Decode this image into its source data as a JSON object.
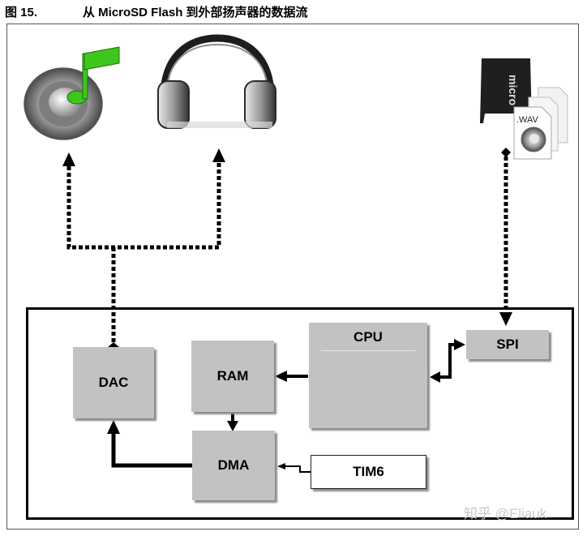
{
  "caption": {
    "figure_label": "图 15.",
    "title": "从 MicroSD Flash 到外部扬声器的数据流"
  },
  "blocks": {
    "dac": "DAC",
    "ram": "RAM",
    "cpu": "CPU",
    "spi": "SPI",
    "dma": "DMA",
    "tim6": "TIM6"
  },
  "icons": {
    "speaker": "speaker-music-note-icon",
    "headphones": "headphones-icon",
    "microsd": "microsd-card-icon",
    "wav_files": "wav-file-stack-icon",
    "cpu_gear": "gear-icon"
  },
  "file_label": ".WAV",
  "watermark": "知乎 @Eliauk",
  "colors": {
    "block_fill": "#c2c2c2",
    "note_green": "#3fc61c",
    "board_border": "#000000"
  }
}
